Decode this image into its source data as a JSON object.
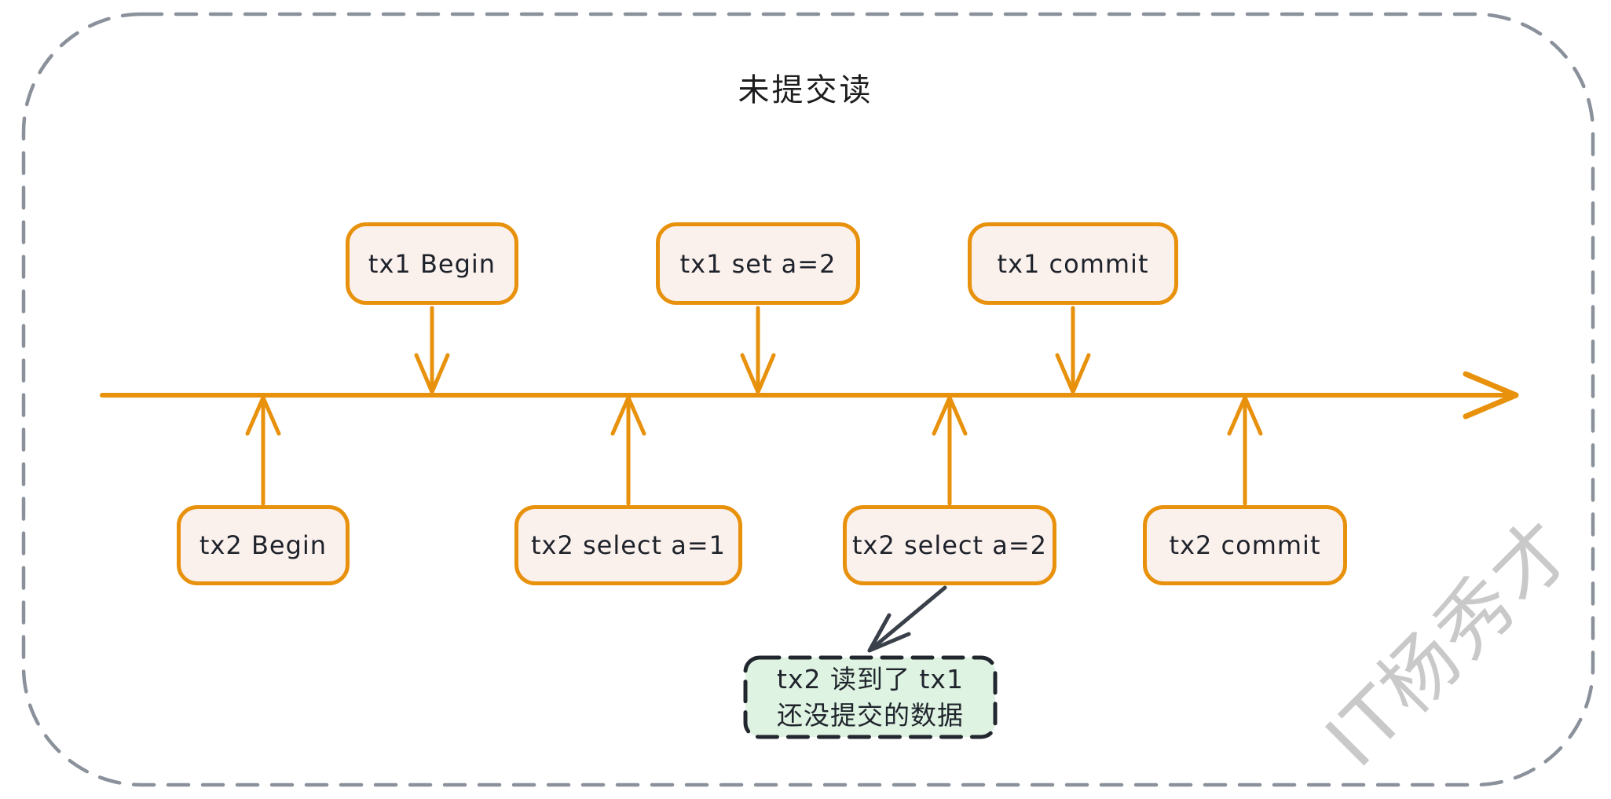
{
  "diagram": {
    "title": "未提交读",
    "watermark": "IT杨秀才",
    "tx1_events": [
      {
        "label": "tx1 Begin"
      },
      {
        "label": "tx1 set a=2"
      },
      {
        "label": "tx1 commit"
      }
    ],
    "tx2_events": [
      {
        "label": "tx2 Begin"
      },
      {
        "label": "tx2 select a=1"
      },
      {
        "label": "tx2 select a=2"
      },
      {
        "label": "tx2 commit"
      }
    ],
    "note": {
      "line1": "tx2 读到了 tx1",
      "line2": "还没提交的数据"
    },
    "colors": {
      "timeline_orange": "#E8910C",
      "event_box_fill": "#FAF0EC",
      "note_fill": "#DFF3E2",
      "note_border": "#22262E",
      "note_arrow": "#3A4049",
      "outer_dashed_border": "#8A919B",
      "text_dark": "#1E222A",
      "watermark_gray": "#C9C9C9"
    }
  }
}
